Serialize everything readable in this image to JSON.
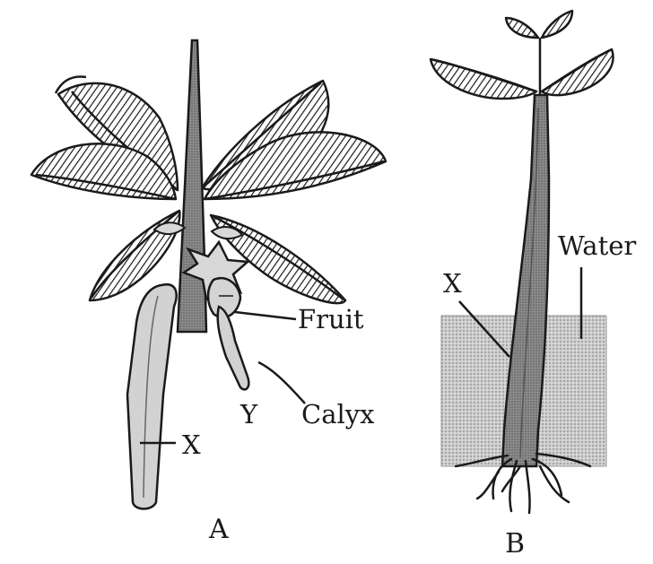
{
  "diagram": {
    "panels": [
      {
        "id": "A",
        "caption": "A",
        "labels": {
          "fruit": "Fruit",
          "calyx": "Calyx",
          "x": "X",
          "y": "Y"
        }
      },
      {
        "id": "B",
        "caption": "B",
        "labels": {
          "water": "Water",
          "x": "X"
        }
      }
    ]
  },
  "colors": {
    "ink": "#1a1a1a",
    "leaf": "#ffffff",
    "stem": "#7a7a7a",
    "water": "#cfcfcf",
    "background": "#ffffff"
  }
}
